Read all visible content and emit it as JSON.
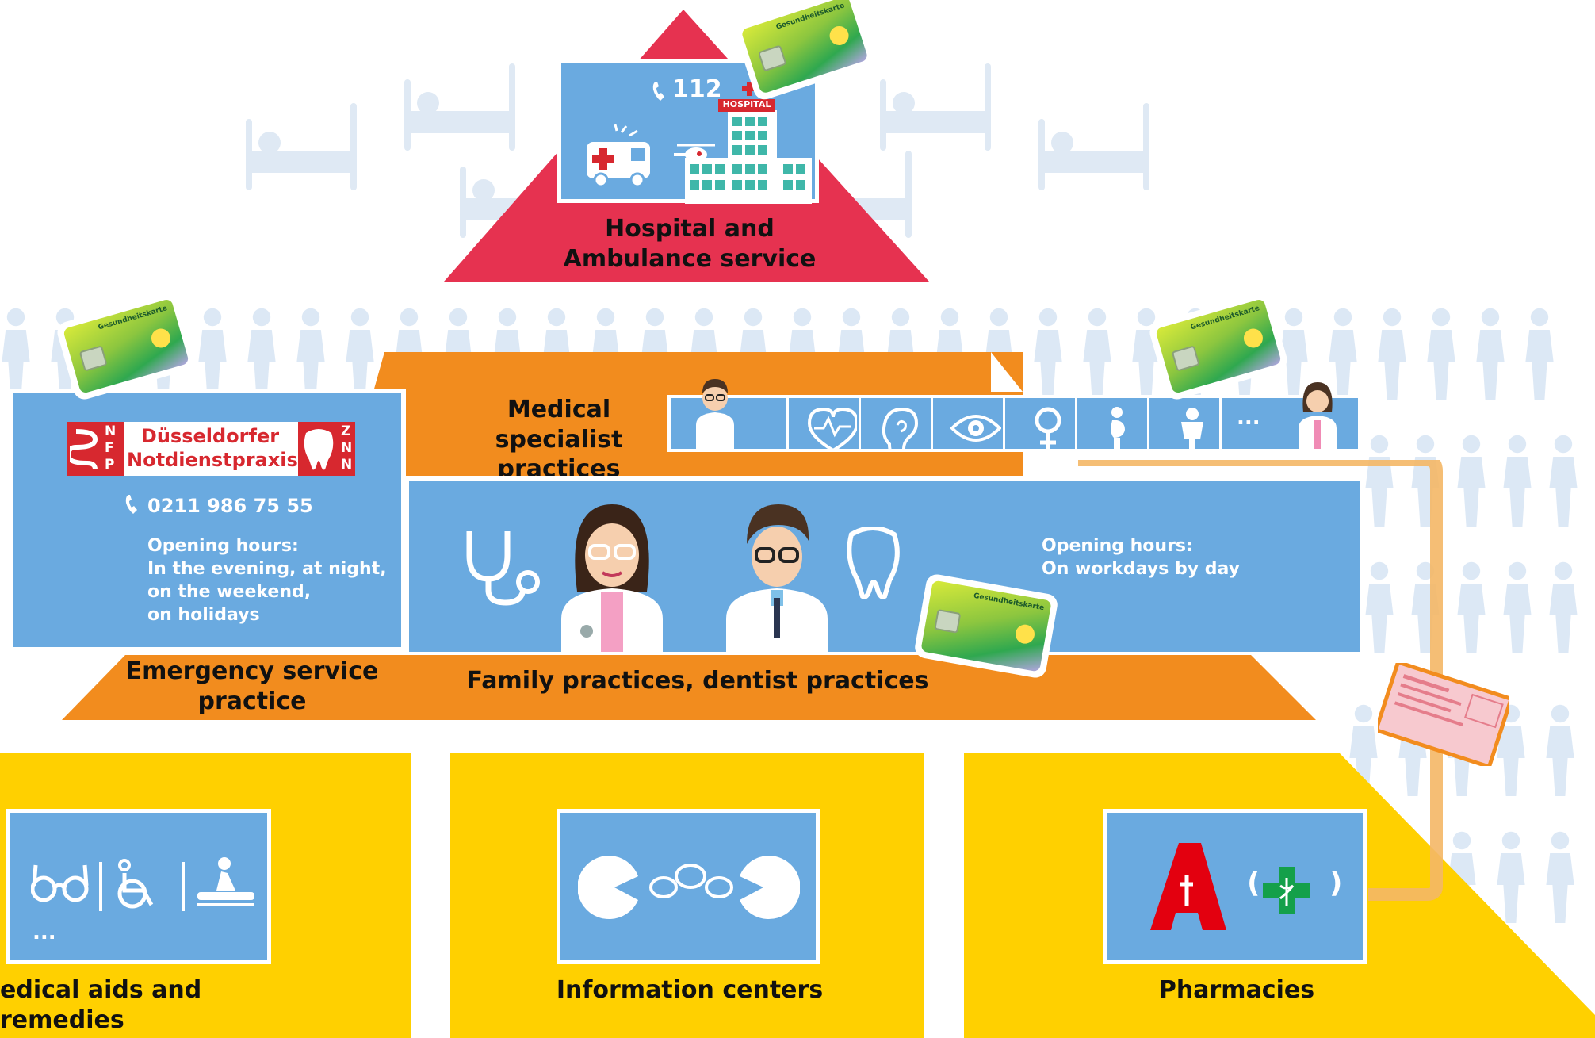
{
  "colors": {
    "red": "#e63250",
    "orange": "#f28c1e",
    "yellow": "#ffd000",
    "blue": "#6aaae0",
    "figure": "#dce8f5",
    "nfp_red": "#d7282f"
  },
  "hospital": {
    "phone_icon": "phone-icon",
    "emergency_number": "112",
    "sign": "HOSPITAL",
    "label_line1": "Hospital and",
    "label_line2": "Ambulance service"
  },
  "specialist": {
    "label_line1": "Medical specialist",
    "label_line2": "practices",
    "icons": [
      "heartbeat-icon",
      "ear-icon",
      "eye-icon",
      "female-symbol-icon",
      "pregnancy-icon",
      "child-icon"
    ],
    "more": "..."
  },
  "emergency_practice": {
    "logo_letters_left": "NFP",
    "logo_letters_right": "ZNN",
    "logo_line1": "Düsseldorfer",
    "logo_line2": "Notdienstpraxis",
    "phone": "0211 986 75 55",
    "hours_title": "Opening hours:",
    "hours_line1": "In the evening, at night,",
    "hours_line2": "on the weekend,",
    "hours_line3": "on holidays",
    "label_line1": "Emergency service",
    "label_line2": "practice"
  },
  "family": {
    "hours_title": "Opening hours:",
    "hours_line1": "On workdays by day",
    "label": "Family practices, dentist practices"
  },
  "card": {
    "title": "Gesundheitskarte"
  },
  "bottom": {
    "aids": {
      "label": "edical aids and remedies",
      "more": "...",
      "icons": [
        "glasses-icon",
        "wheelchair-icon",
        "massage-icon"
      ]
    },
    "info": {
      "label": "Information centers",
      "icons": [
        "speaking-head-icon",
        "speech-bubbles-icon",
        "listening-head-icon"
      ]
    },
    "pharmacy": {
      "label": "Pharmacies",
      "icons": [
        "apotheke-logo-icon",
        "green-pharmacy-cross-icon"
      ],
      "paren_open": "(",
      "paren_close": ")"
    }
  }
}
